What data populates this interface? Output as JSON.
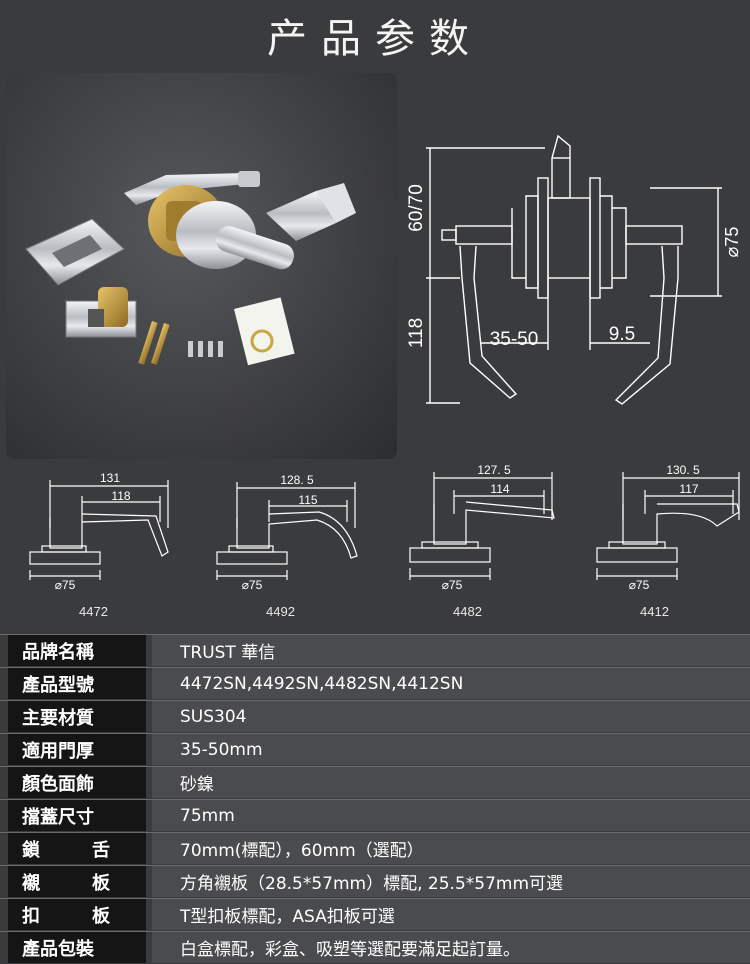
{
  "title": "产品参数",
  "main_dimensions": {
    "height": "60/70",
    "lever": "118",
    "door": "35-50",
    "offset": "9.5",
    "rose": "⌀75"
  },
  "variants": [
    {
      "code": "4472",
      "outer": "131",
      "inner": "118",
      "rose": "⌀75"
    },
    {
      "code": "4492",
      "outer": "128. 5",
      "inner": "115",
      "rose": "⌀75"
    },
    {
      "code": "4482",
      "outer": "127. 5",
      "inner": "114",
      "rose": "⌀75"
    },
    {
      "code": "4412",
      "outer": "130. 5",
      "inner": "117",
      "rose": "⌀75"
    }
  ],
  "specs": [
    {
      "label": "品牌名稱",
      "value": "TRUST 華信"
    },
    {
      "label": "產品型號",
      "value": "4472SN,4492SN,4482SN,4412SN"
    },
    {
      "label": "主要材質",
      "value": "SUS304"
    },
    {
      "label": "適用門厚",
      "value": "35-50mm"
    },
    {
      "label": "顏色面飾",
      "value": "砂鎳"
    },
    {
      "label": "擋蓋尺寸",
      "value": "75mm"
    },
    {
      "label": [
        "鎖",
        "舌"
      ],
      "value": "70mm(標配），60mm（選配）"
    },
    {
      "label": [
        "襯",
        "板"
      ],
      "value": "方角襯板（28.5*57mm）標配, 25.5*57mm可選"
    },
    {
      "label": [
        "扣",
        "板"
      ],
      "value": "T型扣板標配，ASA扣板可選"
    },
    {
      "label": "產品包裝",
      "value": "白盒標配，彩盒、吸塑等選配要滿足起訂量。"
    }
  ]
}
